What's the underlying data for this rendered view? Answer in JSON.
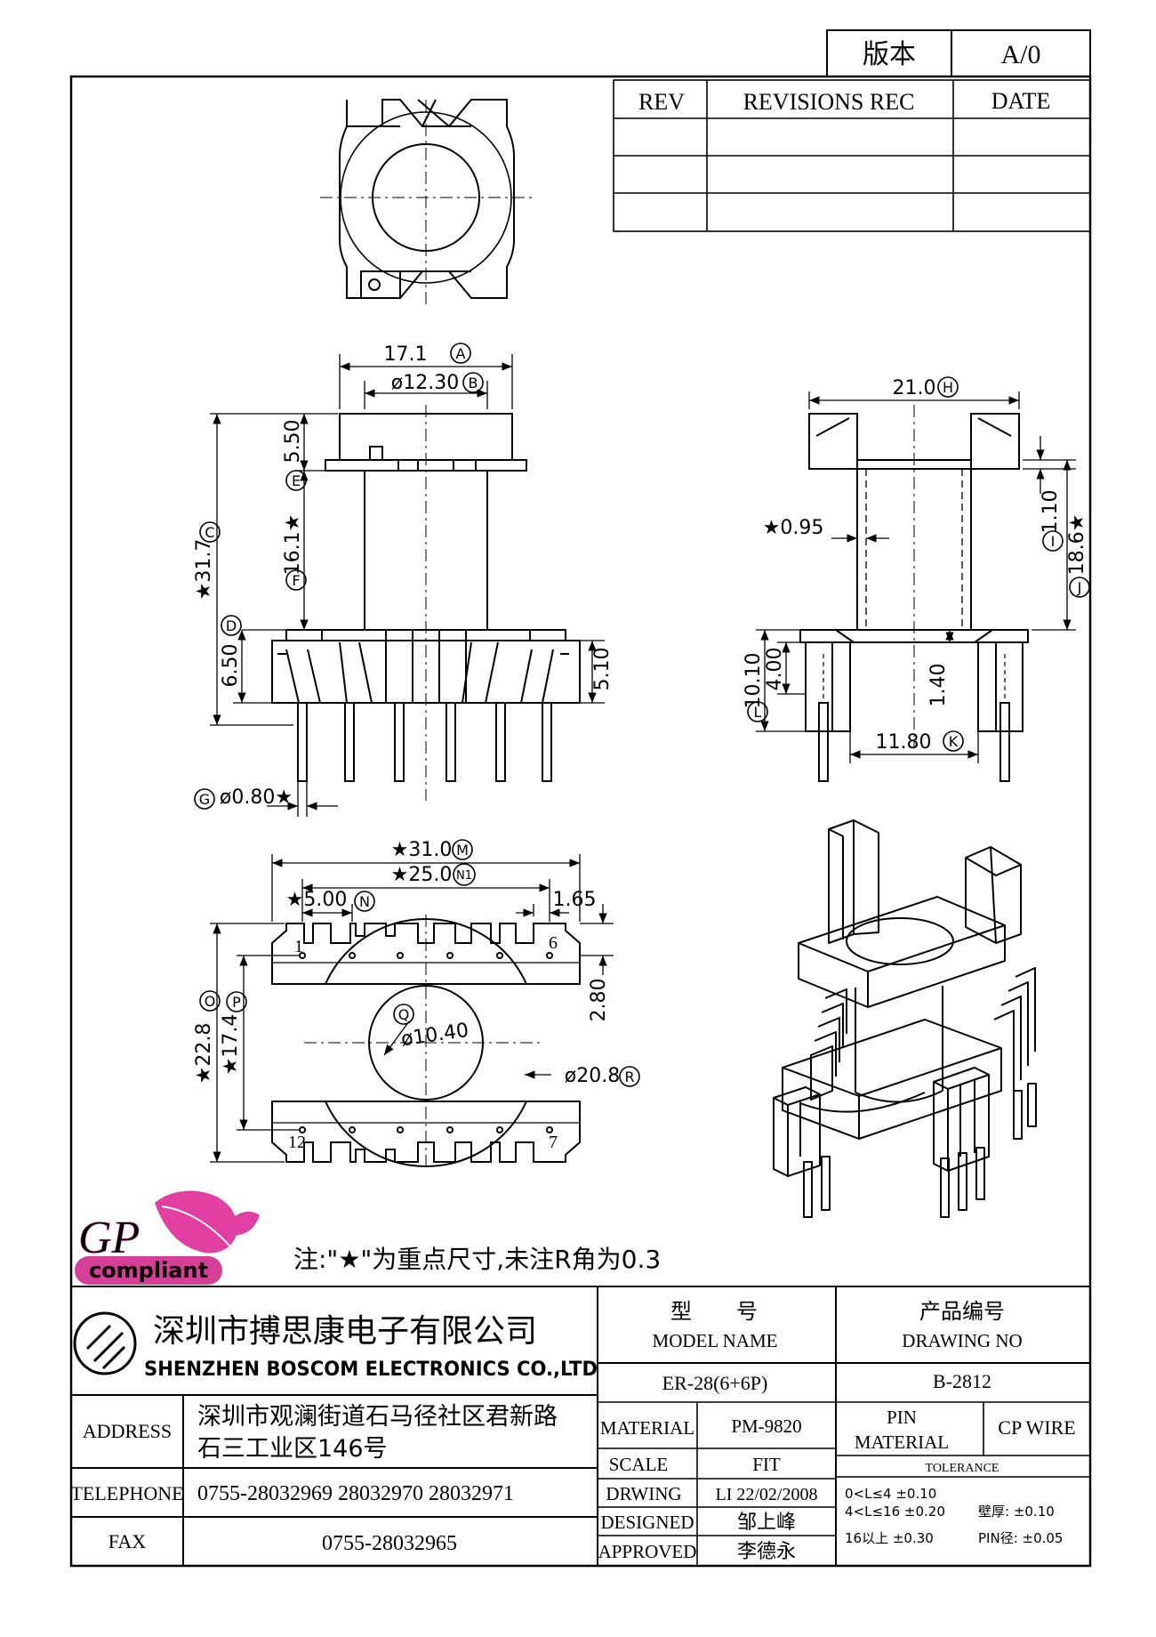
{
  "version_box": {
    "label": "版本",
    "value": "A/0"
  },
  "revisions": {
    "headers": [
      "REV",
      "REVISIONS REC",
      "DATE"
    ]
  },
  "dimensions": {
    "a": "17.1",
    "b": "ø12.30",
    "c": "★31.7",
    "e": "5.50",
    "f": "16.1★",
    "d": "6.50",
    "d2": "5.10",
    "g": "ø0.80★",
    "h": "21.0",
    "p095": "★0.95",
    "i": "1.10",
    "j": "18.6★",
    "l": "10.10",
    "l2": "4.00",
    "l3": "1.40",
    "k": "11.80",
    "m": "★31.0",
    "n1": "★25.0",
    "n": "★5.00",
    "w165": "1.65",
    "h280": "2.80",
    "o": "★22.8",
    "p": "★17.4",
    "q": "ø10.40",
    "r": "ø20.8"
  },
  "callouts": {
    "a": "A",
    "b": "B",
    "c": "C",
    "d": "D",
    "e": "E",
    "f": "F",
    "g": "G",
    "h": "H",
    "i": "I",
    "j": "J",
    "k": "K",
    "l": "L",
    "m": "M",
    "n1": "N1",
    "n": "N",
    "o": "O",
    "p": "P",
    "q": "Q",
    "r": "R"
  },
  "pin_numbers": {
    "p1": "1",
    "p6": "6",
    "p12": "12",
    "p7": "7"
  },
  "logo": {
    "gp": "GP",
    "compliant": "compliant",
    "brand_color": "#d63f97",
    "leaf_color": "#e23fa3"
  },
  "note": "注:\"★\"为重点尺寸,未注R角为0.3",
  "company": {
    "name_cn": "深圳市搏思康电子有限公司",
    "name_en": "SHENZHEN BOSCOM ELECTRONICS CO.,LTD"
  },
  "address": {
    "label": "ADDRESS",
    "line1": "深圳市观澜街道石马径社区君新路",
    "line2": "石三工业区146号"
  },
  "telephone": {
    "label": "TELEPHONE",
    "value": "0755-28032969 28032970 28032971"
  },
  "fax": {
    "label": "FAX",
    "value": "0755-28032965"
  },
  "model": {
    "label_cn_1": "型",
    "label_cn_2": "号",
    "label_en": "MODEL NAME",
    "value": "ER-28(6+6P)"
  },
  "drawing": {
    "label_cn": "产品编号",
    "label_en": "DRAWING NO",
    "value": "B-2812"
  },
  "material": {
    "label": "MATERIAL",
    "value": "PM-9820"
  },
  "scale": {
    "label": "SCALE",
    "value": "FIT"
  },
  "drwing": {
    "label": "DRWING",
    "value": "LI 22/02/2008"
  },
  "designed": {
    "label": "DESIGNED",
    "value": "邹上峰"
  },
  "approved": {
    "label": "APPROVED",
    "value": "李德永"
  },
  "pin_material": {
    "label1": "PIN",
    "label2": "MATERIAL",
    "value": "CP WIRE"
  },
  "tolerance": {
    "title": "TOLERANCE",
    "r1": "0<L≤4  ±0.10",
    "r2": "4<L≤16  ±0.20",
    "r3": "16以上     ±0.30",
    "wall": "壁厚:   ±0.10",
    "pin": "PIN径: ±0.05"
  }
}
